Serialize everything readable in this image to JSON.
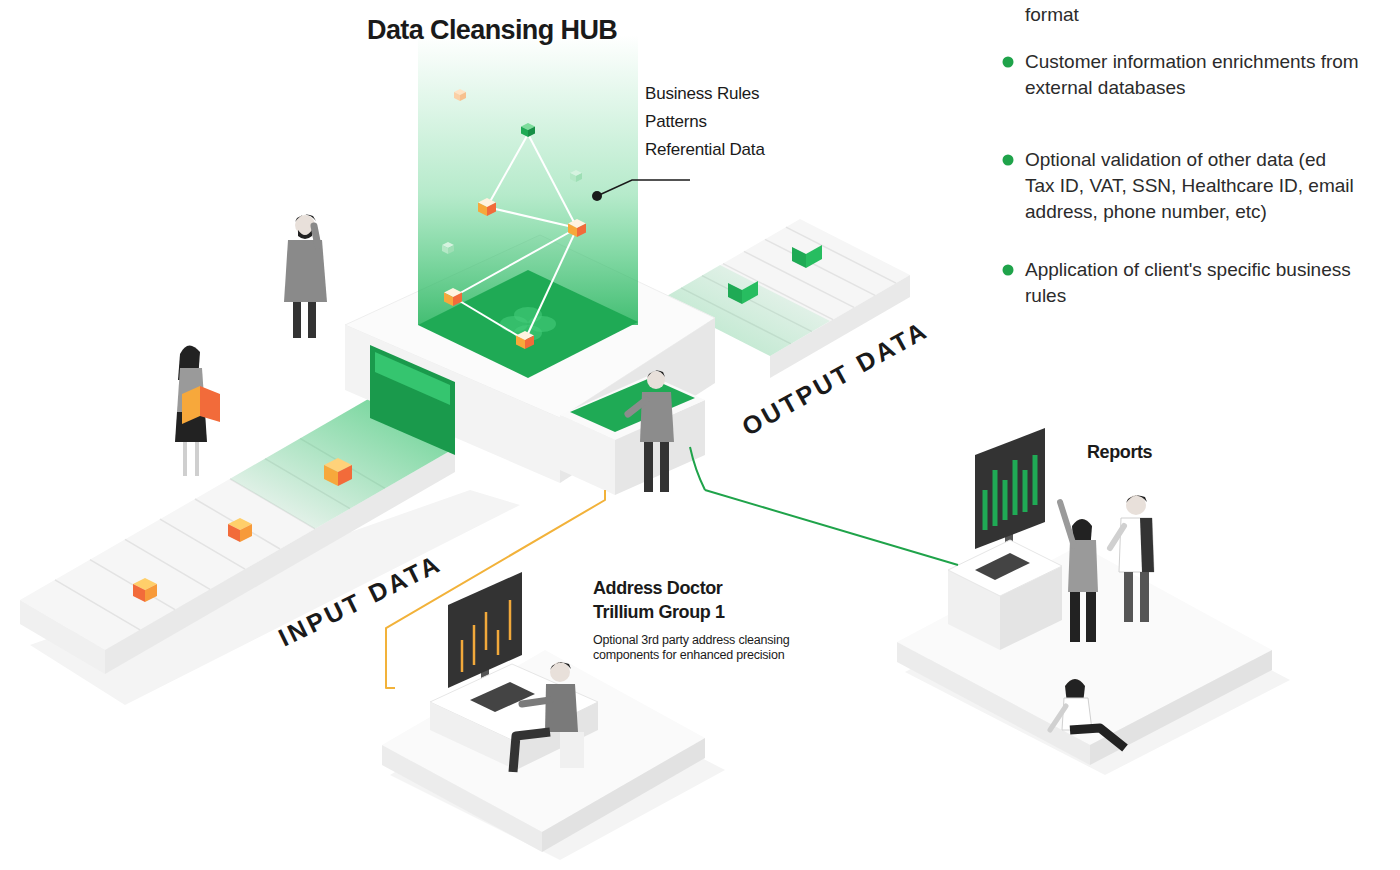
{
  "diagram": {
    "title": "Data Cleansing HUB",
    "nodes": [
      {
        "text": [
          "Business Rules",
          "Patterns",
          "Referential Data"
        ]
      },
      {
        "text": [
          "Address Doctor Trillium Group 1",
          "Optional 3rd party address cleansing components for enhanced precision"
        ]
      },
      {
        "text": [
          "Reports"
        ]
      }
    ],
    "edges": [
      {
        "from": 0,
        "to": 1,
        "arrow": "none"
      },
      {
        "from": 0,
        "to": 2,
        "arrow": "none"
      }
    ],
    "labels": [
      "format",
      "Customer information enrichments from external databases",
      "Optional validation of other data (ed Tax ID, VAT, SSN, Healthcare ID, email address, phone number, etc)",
      "Application of client's specific business rules",
      "OUTPUT DATA",
      "INPUT DATA"
    ]
  }
}
